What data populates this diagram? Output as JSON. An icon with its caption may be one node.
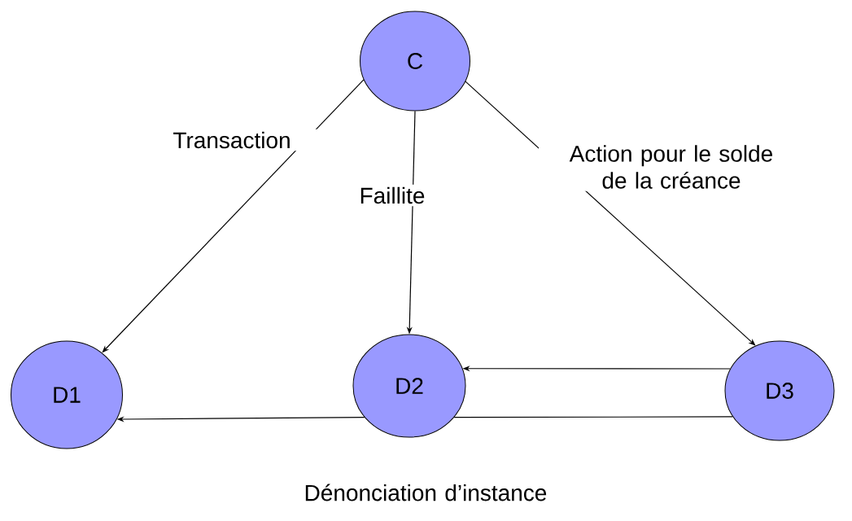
{
  "diagram": {
    "nodes": [
      {
        "text": [
          "C"
        ]
      },
      {
        "text": [
          "D1"
        ]
      },
      {
        "text": [
          "D2"
        ]
      },
      {
        "text": [
          "D3"
        ]
      }
    ],
    "edges": [
      {
        "from": 0,
        "to": 1,
        "arrow": "to",
        "label": "Transaction"
      },
      {
        "from": 0,
        "to": 2,
        "arrow": "to",
        "label": "Faillite"
      },
      {
        "from": 0,
        "to": 3,
        "arrow": "to",
        "label": "Action pour le solde de la créance"
      },
      {
        "from": 3,
        "to": 2,
        "arrow": "to"
      },
      {
        "from": 2,
        "to": 1,
        "arrow": "to",
        "label": "Dénonciation d’instance"
      },
      {
        "from": 3,
        "to": 2,
        "arrow": "none"
      }
    ]
  }
}
